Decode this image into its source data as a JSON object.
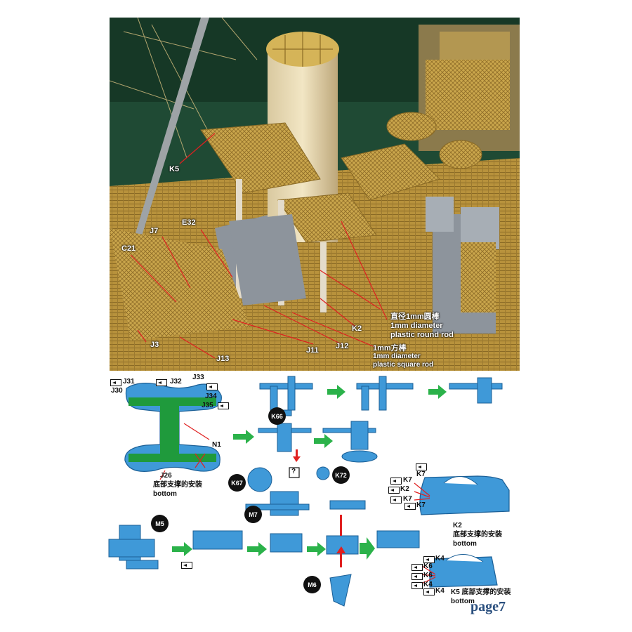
{
  "photo_labels": {
    "k5": "K5",
    "e32": "E32",
    "j7": "J7",
    "c21": "C21",
    "j3": "J3",
    "j13": "J13",
    "j11": "J11",
    "j12": "J12",
    "k2": "K2",
    "round_rod_cn": "直径1mm圆棒",
    "round_rod_en1": "1mm diameter",
    "round_rod_en2": "plastic round rod",
    "square_rod_cn": "1mm方棒",
    "square_rod_en1": "1mm diameter",
    "square_rod_en2": "plastic square rod"
  },
  "diagram": {
    "left_part": {
      "j31": "J31",
      "j30": "J30",
      "j32": "J32",
      "j33": "J33",
      "j34": "J34",
      "j35": "J35",
      "n1": "N1",
      "j26": "J26",
      "caption_cn": "底部支撑的安装",
      "caption_en": "bottom"
    },
    "steps": {
      "k66": "K66",
      "k67": "K67",
      "k72": "K72",
      "m7": "M7",
      "m5": "M5",
      "m6": "M6",
      "question": "?"
    },
    "k2_part": {
      "labels": [
        "K7",
        "K2",
        "K7",
        "K7"
      ],
      "top_label": "K7",
      "name": "K2",
      "caption_cn": "底部支撑的安装",
      "caption_en": "bottom"
    },
    "k5_part": {
      "labels": [
        "K4",
        "K6",
        "K6",
        "K4",
        "K4"
      ],
      "caption_cn": "K5 底部支撑的安装",
      "caption_en": "bottom"
    }
  },
  "page": {
    "number": "page7"
  },
  "colors": {
    "part_blue": "#3f99d8",
    "brass": "#c9a545",
    "arrow_green": "#2bb24a",
    "rod_green": "#1f9a3c",
    "leader_red": "#e02020"
  }
}
